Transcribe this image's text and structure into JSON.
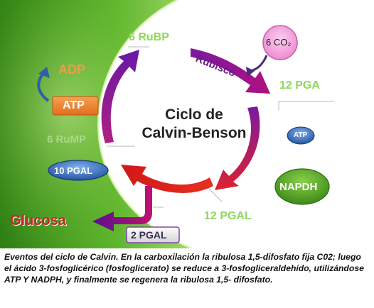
{
  "diagram": {
    "center_title_line1": "Ciclo de",
    "center_title_line2": "Calvin-Benson",
    "rubp": "6 RuBP",
    "co2": "6 CO₂",
    "rubisco": "Rubisco",
    "pga": "12 PGA",
    "atp_small": "ATP",
    "napdh": "NAPDH",
    "pgal12": "12 PGAL",
    "pgal2": "2 PGAL",
    "glucosa": "Glucosa",
    "pgal10": "10 PGAL",
    "rump": "6 RuMP",
    "atp": "ATP",
    "adp": "ADP"
  },
  "caption": "Eventos  del ciclo  de  Calvin.  En la carboxilación la ribulosa  1,5-difosfato fija C02; luego el ácido 3-fosfoglicérico (fosfoglicerato) se reduce a 3-fosfogliceraldehído, utilizándose ATP Y  NADPH, y finalmente se regenera la ribulosa 1,5- difosfato.",
  "colors": {
    "background_green": "#3f9a1e",
    "arrow_purple": "#7a1aa0",
    "arrow_red": "#e02020",
    "label_green": "#8ed85a",
    "atp_orange": "#f08030",
    "adp_orange": "#f49a4a",
    "napdh_green": "#5aa02a",
    "pgal10_blue": "#2a5fb0",
    "co2_pink": "#f29ad8",
    "glucosa_red": "#c0282a"
  }
}
